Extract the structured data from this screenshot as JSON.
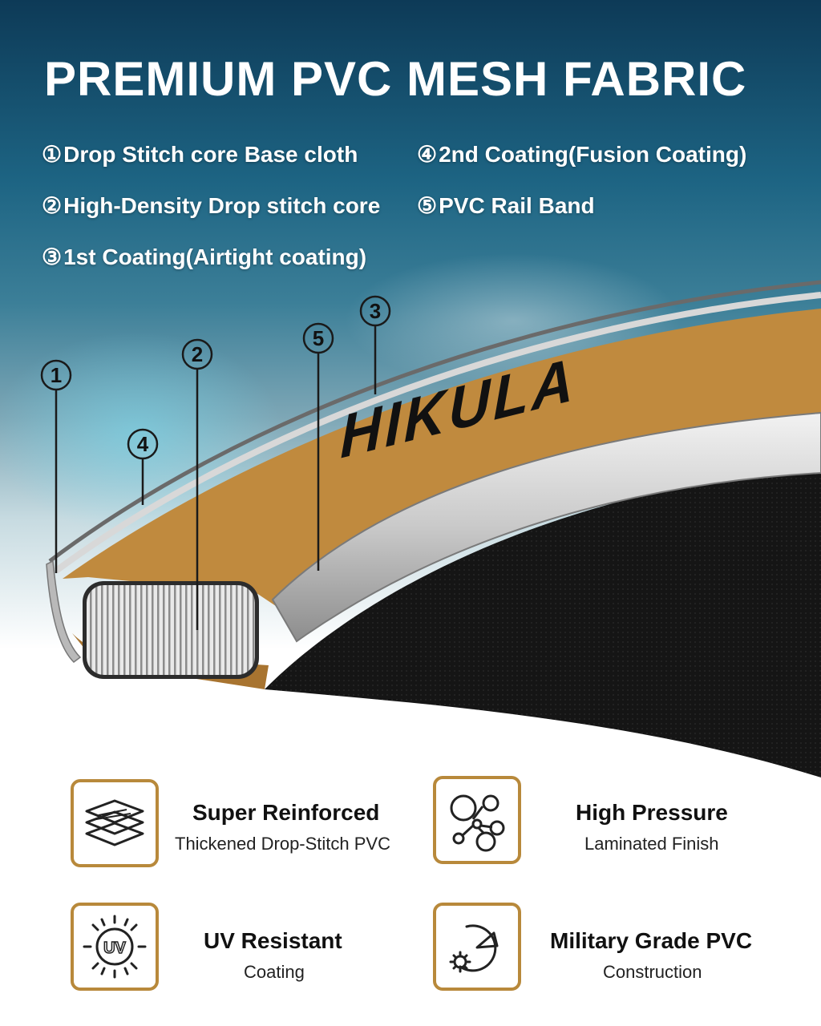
{
  "header": {
    "title": "PREMIUM PVC MESH FABRIC"
  },
  "layers": [
    {
      "num": "①",
      "label": "Drop Stitch core Base cloth"
    },
    {
      "num": "②",
      "label": "High-Density Drop stitch core"
    },
    {
      "num": "③",
      "label": "1st Coating(Airtight coating)"
    },
    {
      "num": "④",
      "label": "2nd Coating(Fusion Coating)"
    },
    {
      "num": "⑤",
      "label": "PVC Rail Band"
    }
  ],
  "callouts": [
    "1",
    "2",
    "3",
    "4",
    "5"
  ],
  "brand": {
    "logo_text": "HIKULA"
  },
  "features": [
    {
      "title": "Super Reinforced",
      "subtitle": "Thickened Drop-Stitch PVC",
      "icon": "layers-icon"
    },
    {
      "title": "High Pressure",
      "subtitle": "Laminated Finish",
      "icon": "molecule-icon"
    },
    {
      "title": "UV Resistant",
      "subtitle": "Coating",
      "icon": "uv-sun-icon",
      "icon_text": "UV"
    },
    {
      "title": "Military Grade PVC",
      "subtitle": "Construction",
      "icon": "gauge-gear-icon"
    }
  ],
  "colors": {
    "accent": "#b8893b",
    "tan": "#c08a3e",
    "dark": "#141414",
    "sky_top": "#0d3a57"
  }
}
